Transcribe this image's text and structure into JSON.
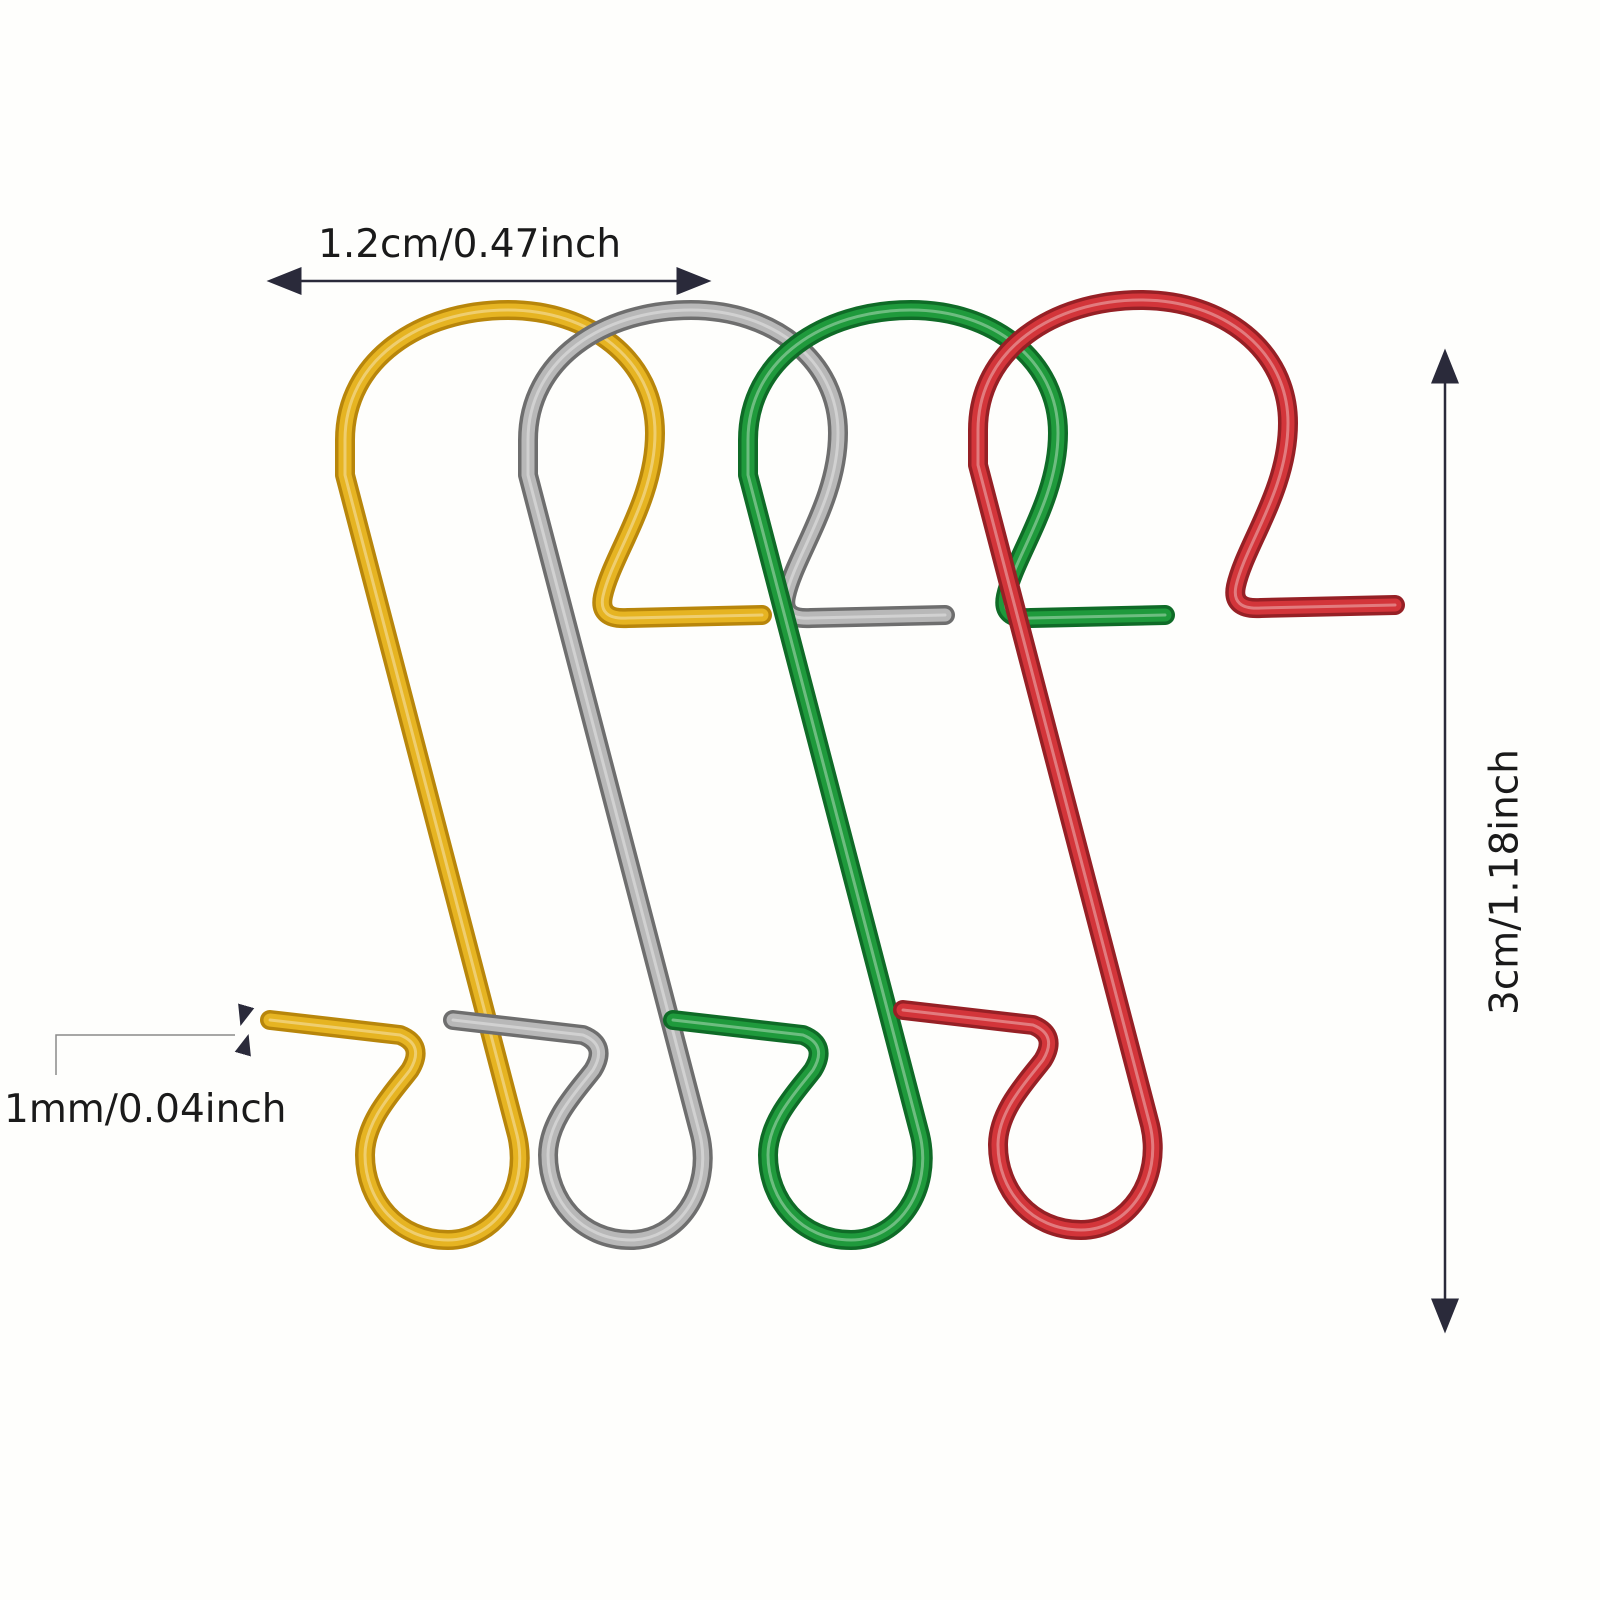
{
  "dimensions": {
    "width": "1.2cm/0.47inch",
    "height": "3cm/1.18inch",
    "wire_diameter": "1mm/0.04inch"
  },
  "hooks": [
    {
      "color_name": "gold",
      "color": "#e6b422",
      "shadow": "#b8860b"
    },
    {
      "color_name": "silver",
      "color": "#b8b8b8",
      "shadow": "#6e6e6e"
    },
    {
      "color_name": "green",
      "color": "#1f9a3c",
      "shadow": "#0f6b27"
    },
    {
      "color_name": "red",
      "color": "#d3353a",
      "shadow": "#962025"
    }
  ],
  "colors": {
    "background": "#fefefc",
    "dimension_line": "#2a2a3a"
  }
}
